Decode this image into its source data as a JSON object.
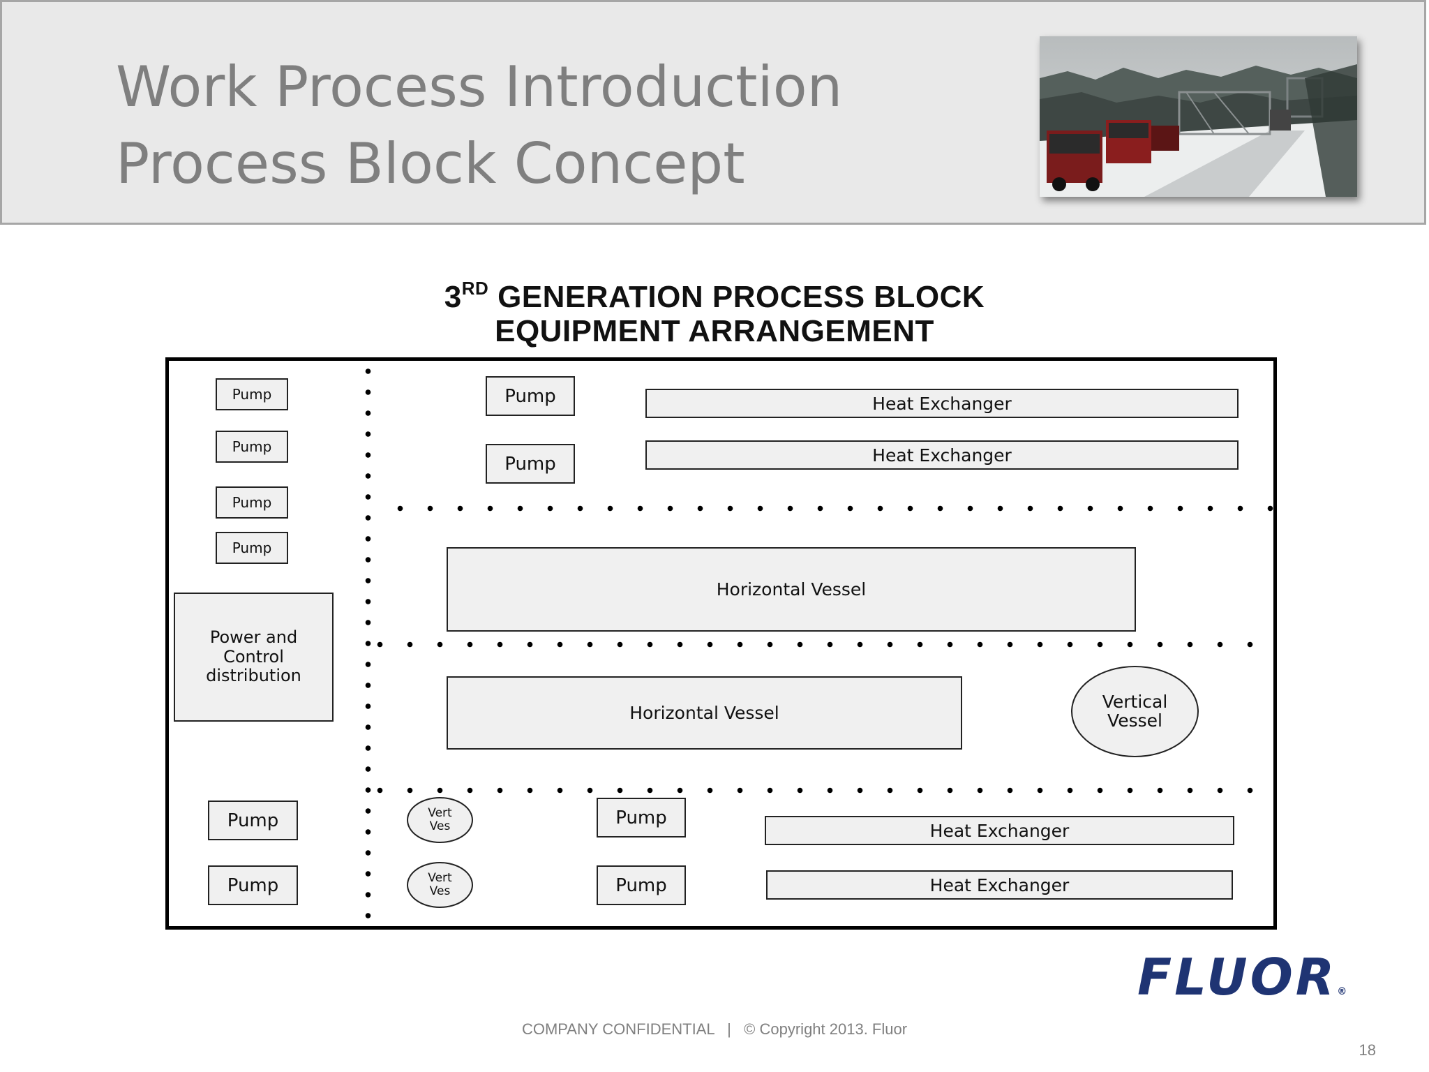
{
  "header": {
    "title_line1": "Work Process Introduction",
    "title_line2": "Process Block Concept",
    "photo_alt": "trucks transporting process modules on a snowy road"
  },
  "diagram": {
    "title_number": "3",
    "title_superscript": "RD",
    "title_rest": "GENERATION PROCESS BLOCK",
    "title_line2": "EQUIPMENT ARRANGEMENT",
    "left_pumps": [
      "Pump",
      "Pump",
      "Pump",
      "Pump"
    ],
    "power": [
      "Power and",
      "Control",
      "distribution"
    ],
    "left_bottom_pumps": [
      "Pump",
      "Pump"
    ],
    "top_pumps": [
      "Pump",
      "Pump"
    ],
    "top_exchangers": [
      "Heat Exchanger",
      "Heat Exchanger"
    ],
    "vessel_upper": "Horizontal Vessel",
    "vessel_lower": "Horizontal Vessel",
    "vertical_vessel": [
      "Vertical",
      "Vessel"
    ],
    "vert_ves_1": [
      "Vert",
      "Ves"
    ],
    "vert_ves_2": [
      "Vert",
      "Ves"
    ],
    "bottom_pumps": [
      "Pump",
      "Pump"
    ],
    "bottom_exchangers": [
      "Heat Exchanger",
      "Heat Exchanger"
    ]
  },
  "logo": {
    "text": "FLUOR",
    "mark": "®"
  },
  "footer": {
    "text": "COMPANY CONFIDENTIAL   |   © Copyright 2013. Fluor",
    "page": "18"
  },
  "colors": {
    "header_bg": "#e9e9e9",
    "title_gray": "#7f7f7f",
    "logo_blue": "#1f3473"
  }
}
